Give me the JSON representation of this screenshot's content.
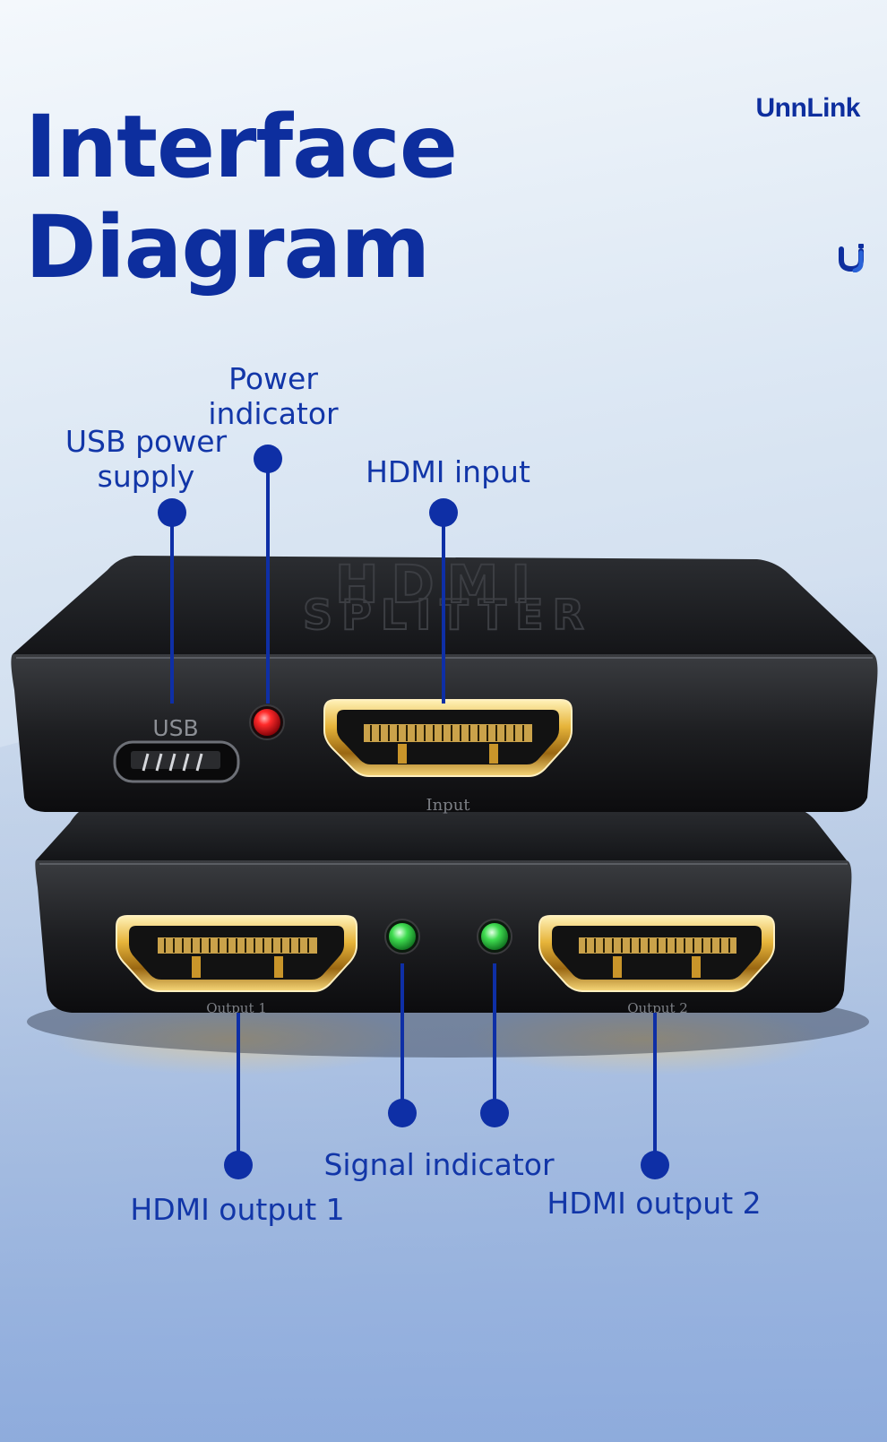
{
  "title": {
    "line1": "Interface",
    "line2": "Diagram"
  },
  "brand": {
    "name": "UnnLink",
    "icon": "unnlink-logo-mark"
  },
  "device": {
    "top_engraving_line1": "HDMI",
    "top_engraving_line2": "SPLITTER",
    "usb_port_label": "USB",
    "input_port_label": "Input",
    "output1_port_label": "Output 1",
    "output2_port_label": "Output 2"
  },
  "callouts": {
    "usb_power": {
      "line1": "USB power",
      "line2": "supply"
    },
    "power_indicator": {
      "line1": "Power",
      "line2": "indicator"
    },
    "hdmi_input": "HDMI input",
    "signal_indicator": "Signal indicator",
    "hdmi_output_1": "HDMI output 1",
    "hdmi_output_2": "HDMI output 2"
  },
  "colors": {
    "accent": "#0d2e9e",
    "callout_line": "#0e2fa6",
    "power_led": "#e0141c",
    "signal_led": "#32d24a",
    "gold": "#e6b43a"
  }
}
